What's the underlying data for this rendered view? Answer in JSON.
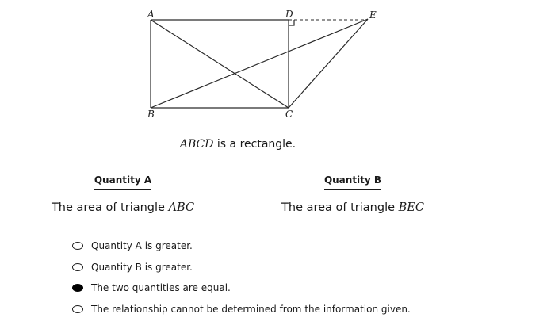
{
  "figure": {
    "points": {
      "A": "A",
      "B": "B",
      "C": "C",
      "D": "D",
      "E": "E"
    },
    "segments": [
      "AD",
      "AB",
      "BC",
      "CD",
      "AC",
      "BE",
      "CE"
    ],
    "dashed_segments": [
      "DE"
    ],
    "right_angle_at": "D"
  },
  "caption": {
    "math": "ABCD",
    "text": " is a rectangle."
  },
  "quantity_a": {
    "heading": "Quantity A",
    "text": "The area of triangle ",
    "math": "ABC"
  },
  "quantity_b": {
    "heading": "Quantity B",
    "text": "The area of triangle ",
    "math": "BEC"
  },
  "options": [
    {
      "label": "Quantity A is greater.",
      "selected": false
    },
    {
      "label": "Quantity B is greater.",
      "selected": false
    },
    {
      "label": "The two quantities are equal.",
      "selected": true
    },
    {
      "label": "The relationship cannot be determined from the information given.",
      "selected": false
    }
  ]
}
